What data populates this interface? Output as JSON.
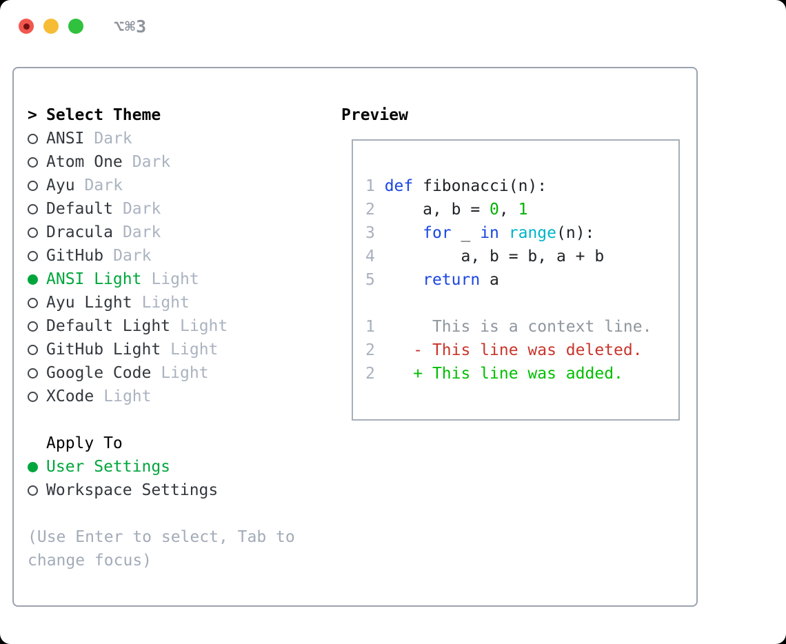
{
  "window": {
    "shortcut_label": "⌥⌘3",
    "traffic_lights": [
      "close",
      "minimize",
      "zoom"
    ]
  },
  "theme_panel": {
    "title_prefix": ">",
    "title": "Select Theme",
    "themes": [
      {
        "name": "ANSI",
        "variant": "Dark",
        "selected": false
      },
      {
        "name": "Atom One",
        "variant": "Dark",
        "selected": false
      },
      {
        "name": "Ayu",
        "variant": "Dark",
        "selected": false
      },
      {
        "name": "Default",
        "variant": "Dark",
        "selected": false
      },
      {
        "name": "Dracula",
        "variant": "Dark",
        "selected": false
      },
      {
        "name": "GitHub",
        "variant": "Dark",
        "selected": false
      },
      {
        "name": "ANSI Light",
        "variant": "Light",
        "selected": true
      },
      {
        "name": "Ayu Light",
        "variant": "Light",
        "selected": false
      },
      {
        "name": "Default Light",
        "variant": "Light",
        "selected": false
      },
      {
        "name": "GitHub Light",
        "variant": "Light",
        "selected": false
      },
      {
        "name": "Google Code",
        "variant": "Light",
        "selected": false
      },
      {
        "name": "XCode",
        "variant": "Light",
        "selected": false
      }
    ],
    "apply_to": {
      "title": "Apply To",
      "options": [
        {
          "label": "User Settings",
          "selected": true
        },
        {
          "label": "Workspace Settings",
          "selected": false
        }
      ]
    },
    "hint": "(Use Enter to select, Tab to change focus)"
  },
  "preview": {
    "title": "Preview",
    "code_lines": [
      [
        [
          "n",
          "1 "
        ],
        [
          "k",
          "def"
        ],
        [
          "p",
          " fibonacci(n):"
        ]
      ],
      [
        [
          "n",
          "2"
        ],
        [
          "p",
          "     a, b = "
        ],
        [
          "d",
          "0"
        ],
        [
          "p",
          ", "
        ],
        [
          "d",
          "1"
        ]
      ],
      [
        [
          "n",
          "3"
        ],
        [
          "p",
          "     "
        ],
        [
          "k",
          "for"
        ],
        [
          "p",
          " _ "
        ],
        [
          "k",
          "in"
        ],
        [
          "p",
          " "
        ],
        [
          "c",
          "range"
        ],
        [
          "p",
          "(n):"
        ]
      ],
      [
        [
          "n",
          "4"
        ],
        [
          "p",
          "         a, b = b, a + b"
        ]
      ],
      [
        [
          "n",
          "5"
        ],
        [
          "p",
          "     "
        ],
        [
          "k",
          "return"
        ],
        [
          "p",
          " a"
        ]
      ],
      [],
      [
        [
          "n",
          "1"
        ],
        [
          "x",
          "      This is a context line."
        ]
      ],
      [
        [
          "n",
          "2"
        ],
        [
          "p",
          "    "
        ],
        [
          "r",
          "- This line was deleted."
        ]
      ],
      [
        [
          "n",
          "2"
        ],
        [
          "p",
          "    "
        ],
        [
          "g",
          "+ This line was added."
        ]
      ]
    ]
  },
  "colors": {
    "accent_green": "#00a63c",
    "keyword_blue": "#1b46e0",
    "builtin_cyan": "#00b4c8",
    "number_green": "#00b100",
    "diff_red": "#c8352b",
    "diff_green": "#00bf00",
    "muted_gray": "#aab3c0",
    "traffic_red": "#f2564d",
    "traffic_yellow": "#f6bc35",
    "traffic_green": "#30c13e"
  }
}
